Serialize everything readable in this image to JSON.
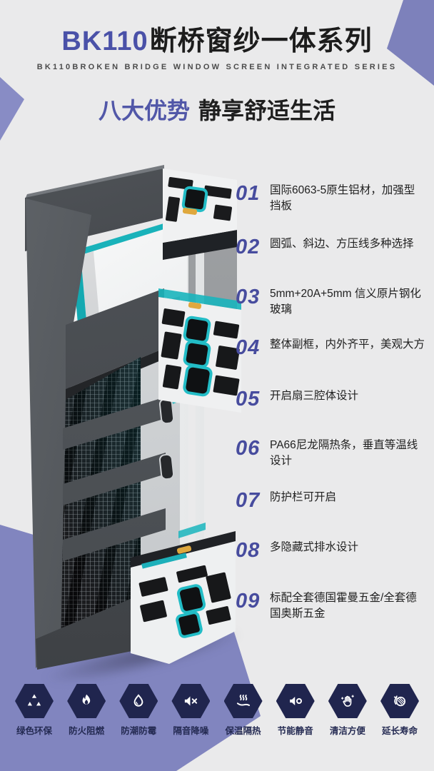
{
  "colors": {
    "accent_purple": "#8185bf",
    "title_blue": "#4a51a8",
    "number_blue": "#474c9e",
    "teal": "#1ab5bd",
    "badge_navy": "#20254e",
    "gold": "#dfa83e",
    "background": "#eaeaeb"
  },
  "header": {
    "brand": "BK110",
    "series": "断桥窗纱一体系列",
    "subtitle_en": "BK110BROKEN BRIDGE WINDOW SCREEN INTEGRATED SERIES"
  },
  "tagline": {
    "highlight": "八大优势",
    "rest": "静享舒适生活"
  },
  "features": [
    {
      "num": "01",
      "text": "国际6063-5原生铝材，加强型挡板"
    },
    {
      "num": "02",
      "text": "圆弧、斜边、方压线多种选择"
    },
    {
      "num": "03",
      "text": "5mm+20A+5mm 信义原片钢化玻璃"
    },
    {
      "num": "04",
      "text": "整体副框，内外齐平，美观大方"
    },
    {
      "num": "05",
      "text": "开启扇三腔体设计"
    },
    {
      "num": "06",
      "text": "PA66尼龙隔热条，垂直等温线设计"
    },
    {
      "num": "07",
      "text": "防护栏可开启"
    },
    {
      "num": "08",
      "text": "多隐藏式排水设计"
    },
    {
      "num": "09",
      "text": "标配全套德国霍曼五金/全套德国奥斯五金"
    }
  ],
  "badges": [
    {
      "label": "绿色环保",
      "icon": "recycle-icon"
    },
    {
      "label": "防火阻燃",
      "icon": "flame-icon"
    },
    {
      "label": "防潮防霉",
      "icon": "droplet-icon"
    },
    {
      "label": "隔音降噪",
      "icon": "speaker-mute-icon"
    },
    {
      "label": "保温隔热",
      "icon": "insulation-icon"
    },
    {
      "label": "节能静音",
      "icon": "speaker-icon"
    },
    {
      "label": "清洁方便",
      "icon": "hand-clean-icon"
    },
    {
      "label": "延长寿命",
      "icon": "lifespan-icon"
    }
  ]
}
